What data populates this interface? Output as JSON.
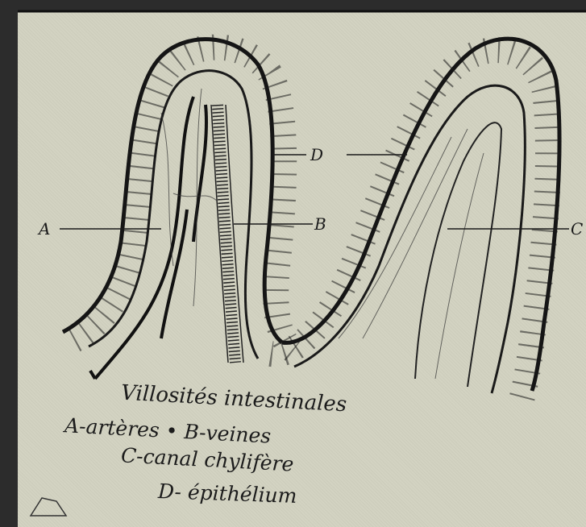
{
  "figure": {
    "labels": {
      "a": "A",
      "b": "B",
      "c": "C",
      "d": "D"
    },
    "caption": {
      "title": "Villosités intestinales",
      "line_ab": "A-artères • B-veines",
      "line_c": "C-canal chylifère",
      "line_d": "D- épithélium"
    }
  },
  "colors": {
    "ink": "#1b1b1b",
    "paper": "#d3d3c2",
    "border": "#2a2a2a"
  }
}
